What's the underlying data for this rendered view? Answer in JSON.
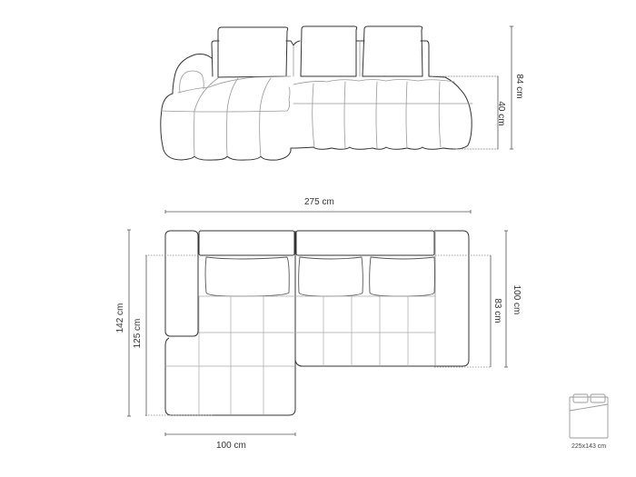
{
  "diagram": {
    "type": "furniture-dimension-drawing",
    "subject": "corner sofa (left chaise)",
    "views": [
      "front-elevation",
      "top-plan"
    ],
    "line_color": "#333333",
    "inner_line_color": "#9a9a9a",
    "dim_line_color": "#555555"
  },
  "front_view": {
    "dimensions": {
      "total_height": "84 cm",
      "seat_height": "40 cm"
    },
    "cushions": 3
  },
  "top_view": {
    "dimensions": {
      "total_width": "275 cm",
      "depth": "100 cm",
      "seat_depth": "83 cm",
      "chaise_length": "142 cm",
      "chaise_seat_length": "125 cm",
      "chaise_width": "100 cm"
    }
  },
  "bed_icon": {
    "label": "225x143 cm"
  }
}
